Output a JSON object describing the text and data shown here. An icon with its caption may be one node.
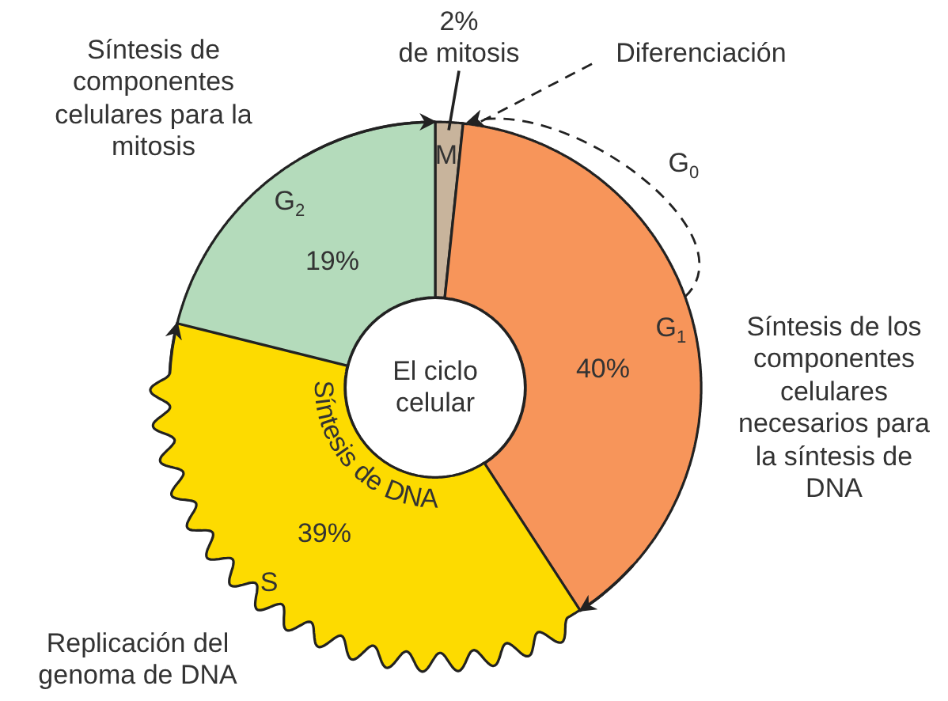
{
  "diagram": {
    "nodes": [
      {
        "text": [
          "El ciclo celular"
        ]
      },
      {
        "text": [
          "M"
        ]
      },
      {
        "text": [
          "G$_{1}$",
          "40%"
        ],
        "beside": [
          "Síntesis de los componentes celulares necesarios para la síntesis de DNA"
        ]
      },
      {
        "text": [
          "Síntesis",
          "de DNA",
          "39%",
          "S"
        ],
        "beside": [
          "Replicación del genoma de DNA"
        ]
      },
      {
        "text": [
          "G$_{2}$",
          "19%"
        ],
        "beside": [
          "Síntesis de componentes celulares para la mitosis"
        ]
      },
      {
        "text": [
          "2%",
          "de mitosis"
        ]
      },
      {
        "text": [
          "Diferenciación"
        ]
      }
    ],
    "edges": [
      {
        "from": 4,
        "to": 1,
        "arrow": "to"
      },
      {
        "from": 2,
        "to": 3,
        "arrow": "to"
      },
      {
        "from": 3,
        "to": 4,
        "arrow": "to"
      },
      {
        "from": 2,
        "to": 2,
        "arrow": "to",
        "style": "dashed",
        "label": "G$_{0}$"
      },
      {
        "from": 6,
        "to": 2,
        "arrow": "none",
        "style": "dashed"
      },
      {
        "from": 5,
        "to": 1,
        "arrow": "none"
      }
    ]
  }
}
